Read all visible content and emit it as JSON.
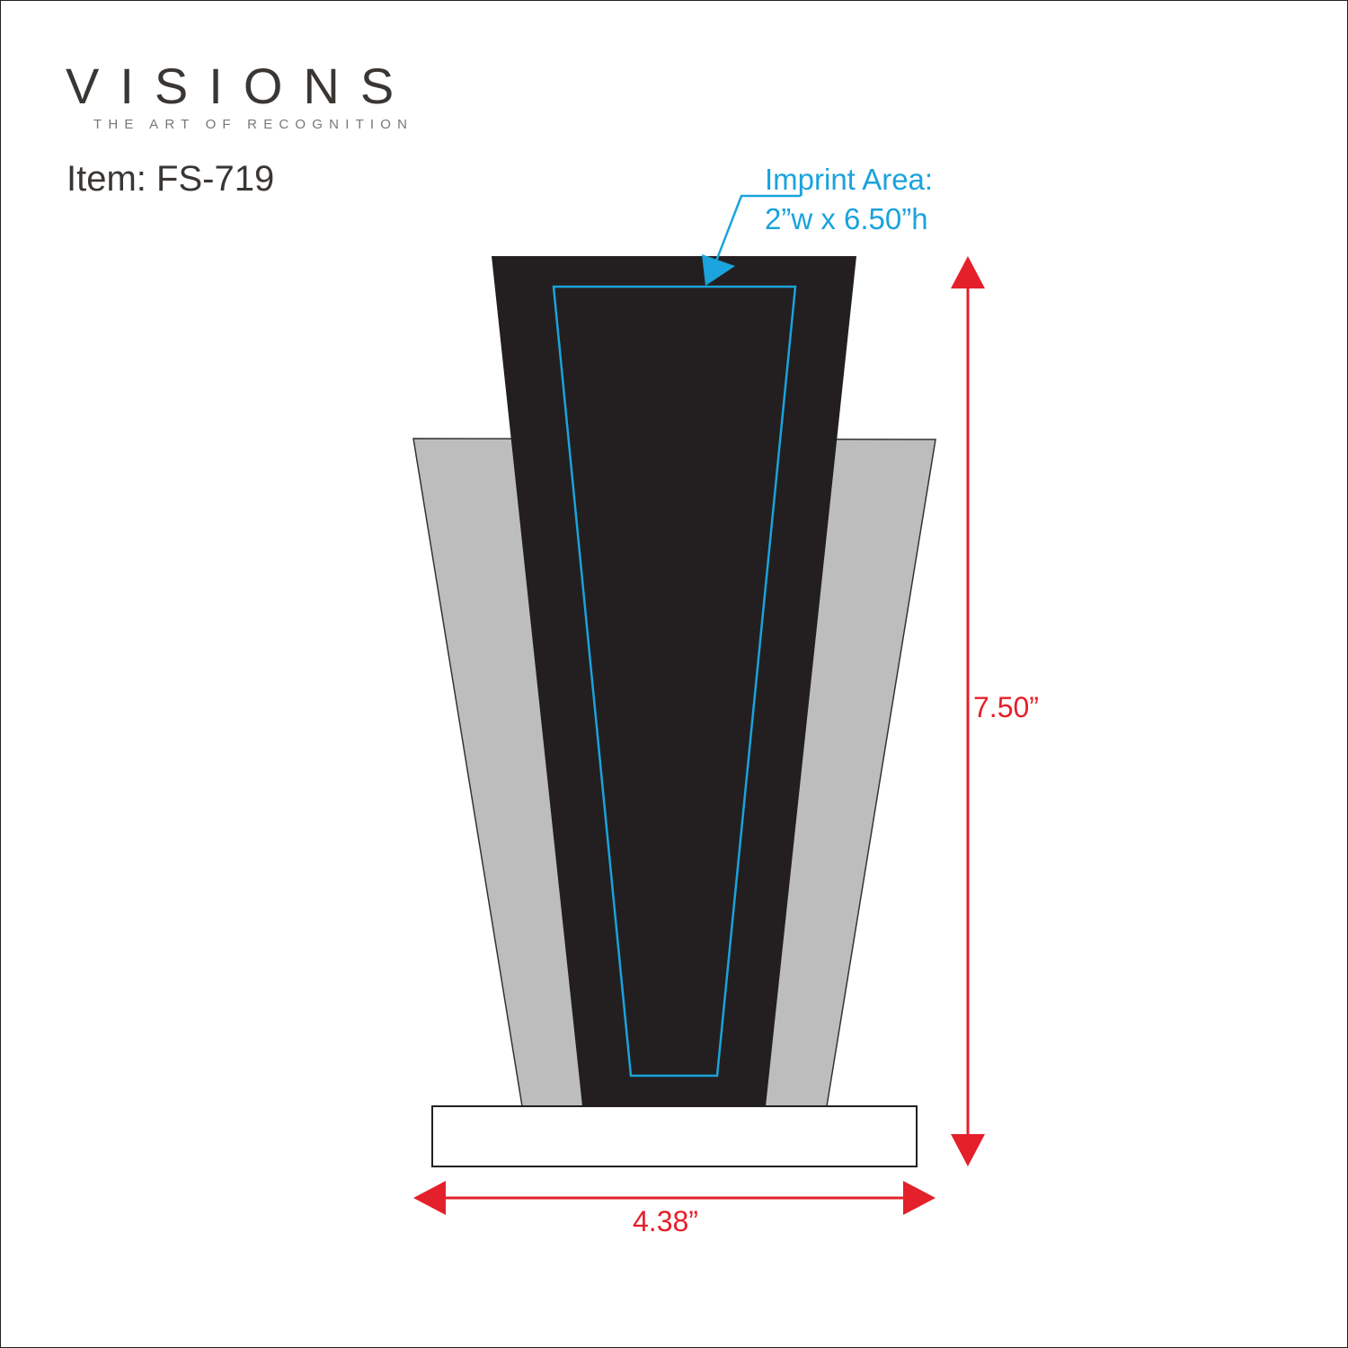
{
  "brand": {
    "logo": "VISIONS",
    "tagline": "THE ART OF RECOGNITION"
  },
  "item_label": "Item: FS-719",
  "imprint": {
    "line1": "Imprint Area:",
    "line2": "2”w x 6.50”h"
  },
  "dimensions": {
    "height": "7.50”",
    "width": "4.38”"
  },
  "colors": {
    "imprint": "#1aa3dc",
    "dimension": "#e4202a",
    "award_dark": "#231f20",
    "award_light": "#bdbdbd"
  }
}
